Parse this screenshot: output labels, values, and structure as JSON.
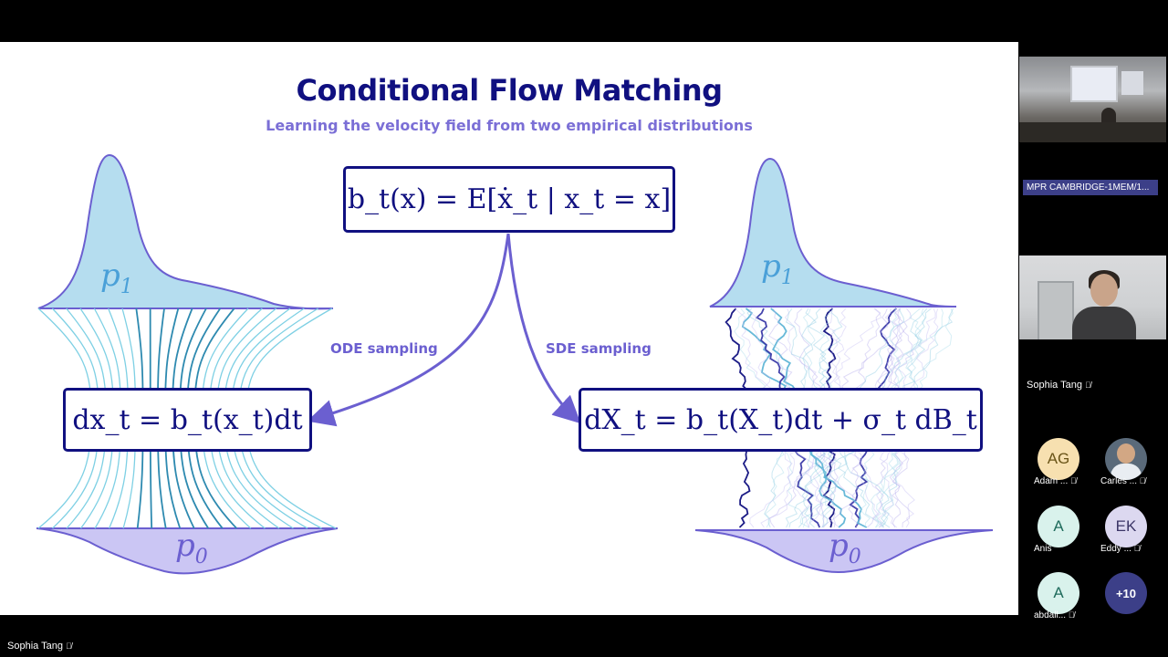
{
  "slide": {
    "title": "Conditional Flow Matching",
    "subtitle": "Learning the velocity field from two empirical distributions",
    "equation_top": "b_t(x) = E[ẋ_t | x_t = x]",
    "equation_ode": "dx_t = b_t(x_t)dt",
    "equation_sde": "dX_t = b_t(X_t)dt + σ_t dB_t",
    "ode_label": "ODE sampling",
    "sde_label": "SDE sampling",
    "p1_label": "p",
    "p1_sub": "1",
    "p0_label": "p",
    "p0_sub": "0",
    "colors": {
      "navy": "#101080",
      "purple": "#6b5fd0",
      "p1_fill": "#b5ddef",
      "p0_fill": "#cbc6f4"
    }
  },
  "sidebar": {
    "room_label": "MPR CAMBRIDGE-1MEM/1...",
    "speaker_name": "Sophia Tang",
    "participants": [
      {
        "initials": "AG",
        "name": "Adam ...",
        "bg": "#f7e0b0",
        "fg": "#6a5418"
      },
      {
        "initials": "",
        "name": "Carles ...",
        "bg": "#5a6a7a",
        "fg": "#ffffff"
      },
      {
        "initials": "A",
        "name": "Anis",
        "bg": "#d9f2ec",
        "fg": "#1f6b5c"
      },
      {
        "initials": "EK",
        "name": "Eddy ...",
        "bg": "#dcd8f0",
        "fg": "#3b3566"
      },
      {
        "initials": "A",
        "name": "abdall...",
        "bg": "#d9f2ec",
        "fg": "#1f6b5c"
      },
      {
        "initials": "+10",
        "name": "",
        "bg": "#3c3f88",
        "fg": "#ffffff"
      }
    ],
    "mic_icon": "mic-muted-icon"
  },
  "bottom_bar": {
    "presenter_name": "Sophia Tang"
  }
}
